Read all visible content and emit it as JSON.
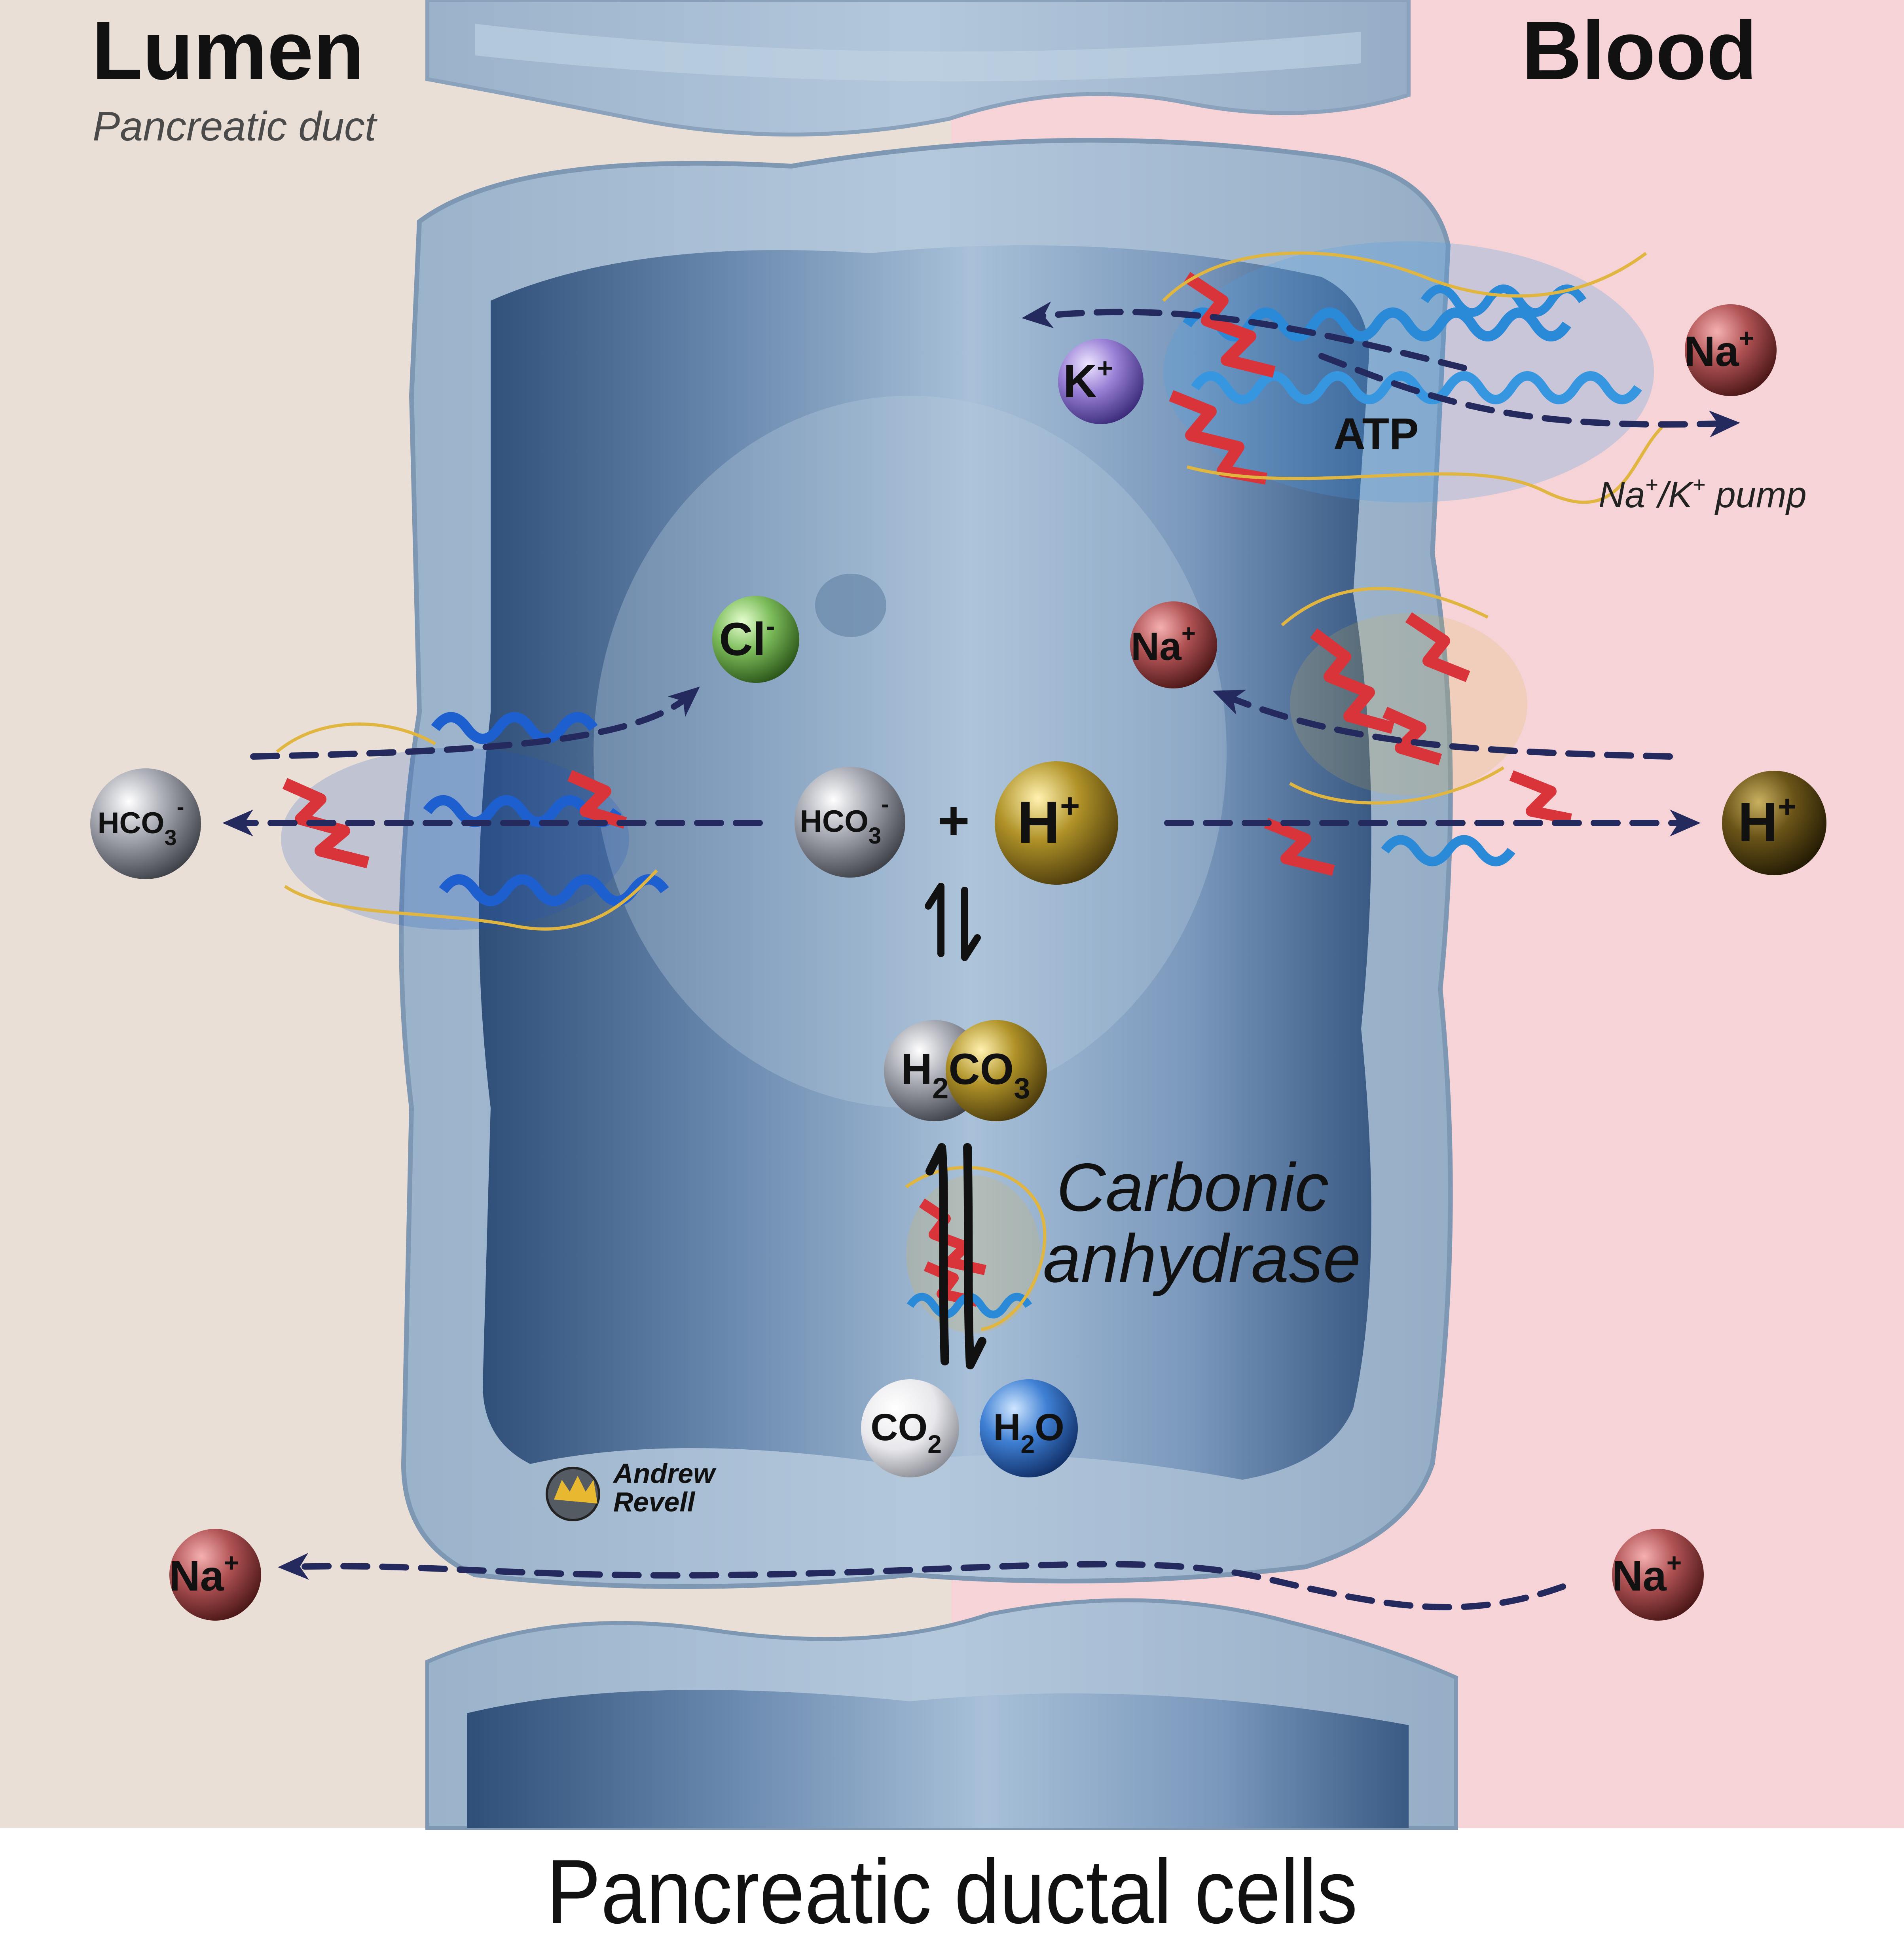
{
  "colors": {
    "lumen_bg": "#e9dfd6",
    "blood_bg": "#f5d3d6",
    "cell": "#a9bfd4",
    "cell_dark": "#2f4e78",
    "arrow": "#252a5e",
    "ion_gray": "#8b8e98",
    "ion_gold": "#a3892a",
    "ion_gold_dark": "#5a4a16",
    "ion_red": "#b8595c",
    "ion_green": "#7ab85c",
    "ion_purple": "#8e78cc",
    "ion_blue": "#3f7ed2",
    "ion_white": "#f0f0f2"
  },
  "header": {
    "lumen_title": "Lumen",
    "lumen_subtitle": "Pancreatic duct",
    "blood_title": "Blood"
  },
  "footer": {
    "caption": "Pancreatic ductal cells"
  },
  "pump": {
    "atp_label": "ATP",
    "caption_na": "Na",
    "caption_na_sup": "+",
    "caption_mid": "/K",
    "caption_k_sup": "+",
    "caption_end": " pump"
  },
  "ions": {
    "k": {
      "base": "K",
      "sup": "+"
    },
    "na_pump": {
      "base": "Na",
      "sup": "+"
    },
    "cl": {
      "base": "Cl",
      "sup": "-"
    },
    "na_exchanger": {
      "base": "Na",
      "sup": "+"
    },
    "hco3_lumen": {
      "base": "HCO",
      "sub": "3",
      "sup": "-"
    },
    "hco3_cell": {
      "base": "HCO",
      "sub": "3",
      "sup": "-"
    },
    "plus": "+",
    "h_cell": {
      "base": "H",
      "sup": "+"
    },
    "h_blood": {
      "base": "H",
      "sup": "+"
    },
    "h2co3": {
      "a": "H",
      "a_sub": "2",
      "b": "CO",
      "b_sub": "3"
    },
    "co2": {
      "base": "CO",
      "sub": "2"
    },
    "h2o": {
      "a": "H",
      "a_sub": "2",
      "b": "O"
    },
    "na_lumen": {
      "base": "Na",
      "sup": "+"
    },
    "na_blood": {
      "base": "Na",
      "sup": "+"
    }
  },
  "enzyme": {
    "line1": "Carbonic",
    "line2": "anhydrase"
  },
  "signature": {
    "line1": "Andrew",
    "line2": "Revell"
  }
}
